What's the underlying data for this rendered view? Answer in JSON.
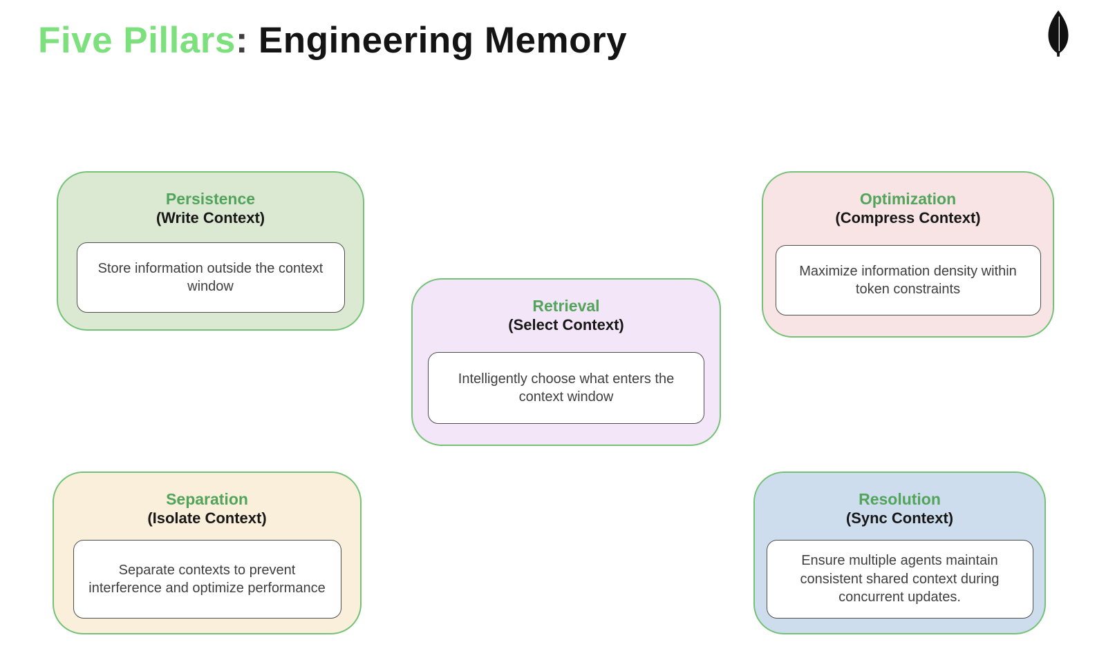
{
  "header": {
    "title_highlight": "Five Pillars",
    "title_separator": ":",
    "title_rest": "Engineering Memory",
    "highlight_color": "#7ce07c",
    "text_color": "#141414"
  },
  "branding": {
    "icon": "mongodb-leaf-icon",
    "icon_color": "#111111"
  },
  "colors": {
    "card_border_green": "#74c276",
    "card_title_green": "#53a45b",
    "persistence_fill": "#dbe9d3",
    "optimization_fill": "#f8e4e5",
    "retrieval_fill": "#f3e6f8",
    "separation_fill": "#f9efdb",
    "resolution_fill": "#cddded"
  },
  "cards": [
    {
      "title": "Persistence",
      "subtitle": "(Write Context)",
      "description": "Store information outside the context window"
    },
    {
      "title": "Optimization",
      "subtitle": "(Compress Context)",
      "description": "Maximize information density within token constraints"
    },
    {
      "title": "Retrieval",
      "subtitle": "(Select Context)",
      "description": "Intelligently choose what enters the context window"
    },
    {
      "title": "Separation",
      "subtitle": "(Isolate Context)",
      "description": "Separate contexts to prevent interference and optimize performance"
    },
    {
      "title": "Resolution",
      "subtitle": "(Sync Context)",
      "description": "Ensure multiple agents maintain consistent shared context during concurrent updates."
    }
  ]
}
